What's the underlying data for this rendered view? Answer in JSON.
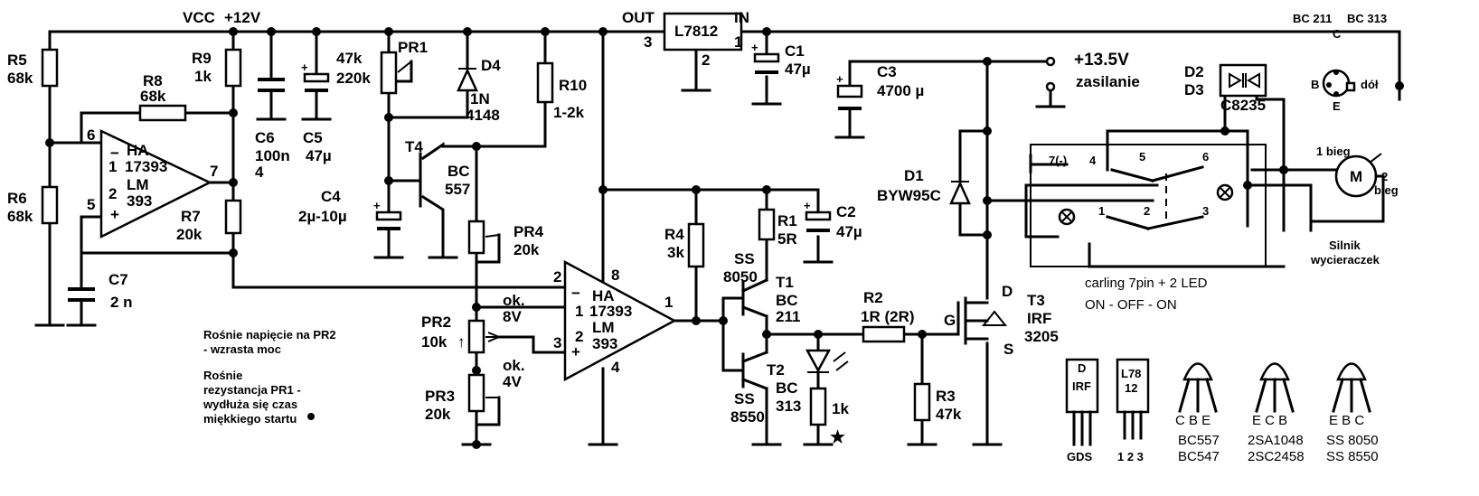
{
  "labels": {
    "vcc": "VCC",
    "plus12v": "+12V",
    "out": "OUT",
    "in": "IN",
    "reg": "L7812",
    "reg_pin3": "3",
    "reg_pin1": "1",
    "reg_pin2": "2",
    "r5": "R5",
    "r5v": "68k",
    "r6": "R6",
    "r6v": "68k",
    "r8": "R8",
    "r8v": "68k",
    "r9": "R9",
    "r9v": "1k",
    "r7": "R7",
    "r7v": "20k",
    "c7": "C7",
    "c7v": "2 n",
    "c6": "C6",
    "c6v": "100n",
    "c6v2": "4",
    "c5": "C5",
    "c5v": "47µ",
    "pr1": "PR1",
    "pr1v1": "47k",
    "pr1v2": "220k",
    "d4": "D4",
    "d4v1": "1N",
    "d4v2": "4148",
    "r10": "R10",
    "r10v": "1-2k",
    "t4": "T4",
    "t4v1": "BC",
    "t4v2": "557",
    "c4": "C4",
    "c4v": "2µ-10µ",
    "pr4": "PR4",
    "pr4v": "20k",
    "pr2": "PR2",
    "pr2v": "10k",
    "pr3": "PR3",
    "pr3v": "20k",
    "ok8": "ok.",
    "ok8v": "8V",
    "ok4": "ok.",
    "ok4v": "4V",
    "c1": "C1",
    "c1v": "47µ",
    "c3": "C3",
    "c3v": "4700 µ",
    "c2": "C2",
    "c2v": "47µ",
    "r4": "R4",
    "r4v": "3k",
    "r1": "R1",
    "r1v": "5R",
    "t1a": "SS",
    "t1b": "8050",
    "t1": "T1",
    "t1c": "BC",
    "t1d": "211",
    "t2a": "SS",
    "t2b": "8550",
    "t2": "T2",
    "t2c": "BC",
    "t2d": "313",
    "r2": "R2",
    "r2v": "1R (2R)",
    "r3": "R3",
    "r3v": "47k",
    "led_r": "1k",
    "t3": "T3",
    "t3a": "IRF",
    "t3b": "3205",
    "g": "G",
    "d": "D",
    "s": "S",
    "d1": "D1",
    "d1v": "BYW95C",
    "supply": "+13.5V",
    "supply2": "zasilanie",
    "d2": "D2",
    "d3": "D3",
    "c8235": "C8235",
    "bc211": "BC 211",
    "bc313": "BC 313",
    "pinout_c": "C",
    "pinout_b": "B",
    "pinout_e": "E",
    "pinout_dol": "dół",
    "bieg1": "1 bieg",
    "bieg2": "2",
    "bieg2b": "bieg",
    "m": "M",
    "silnik1": "Silnik",
    "silnik2": "wycieraczek",
    "carling": "carling 7pin + 2 LED",
    "onoff": "ON - OFF - ON",
    "sw7": "7(-)",
    "sw4": "4",
    "sw5": "5",
    "sw6": "6",
    "sw1": "1",
    "sw2": "2",
    "sw3": "3",
    "ic1_pin6": "6",
    "ic1_pin5": "5",
    "ic1_pin7": "7",
    "ic1_ha": "HA",
    "ic1_num": "17393",
    "ic1_lm": "LM",
    "ic1_393": "393",
    "ic1_half1": "1",
    "ic1_half2": "2",
    "ic2_pin2": "2",
    "ic2_pin3": "3",
    "ic2_pin8": "8",
    "ic2_pin1": "1",
    "ic2_pin4": "4",
    "note1a": "Rośnie napięcie na PR2",
    "note1b": "- wzrasta moc",
    "note2a": "Rośnie",
    "note2b": "rezystancja PR1 -",
    "note2c": "wydłuża się czas",
    "note2d": "miękkiego startu",
    "pkg_irf": "IRF",
    "pkg_gds": "GDS",
    "pkg_d": "D",
    "pkg_l78": "L78",
    "pkg_12": "12",
    "pkg_123": "1 2 3",
    "pkg1_pins": "C  B  E",
    "pkg1_a": "BC557",
    "pkg1_b": "BC547",
    "pkg2_pins": "E  C  B",
    "pkg2_a": "2SA1048",
    "pkg2_b": "2SC2458",
    "pkg3_pins": "E  B  C",
    "pkg3_a": "SS 8050",
    "pkg3_b": "SS 8550",
    "star": "★",
    "up_arrow": "↑"
  }
}
